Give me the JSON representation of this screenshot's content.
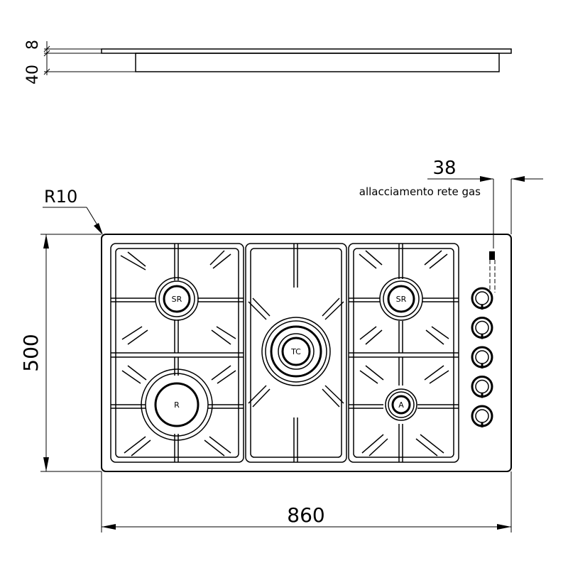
{
  "dimensions": {
    "top_thickness": "8",
    "body_depth": "40",
    "corner_radius": "R10",
    "gas_offset": "38",
    "depth": "500",
    "width": "860"
  },
  "labels": {
    "gas_connection": "allacciamento rete gas"
  },
  "burners": {
    "top_left": "SR",
    "bottom_left": "R",
    "center": "TC",
    "top_right": "SR",
    "bottom_right": "A"
  },
  "knob_count": 5
}
